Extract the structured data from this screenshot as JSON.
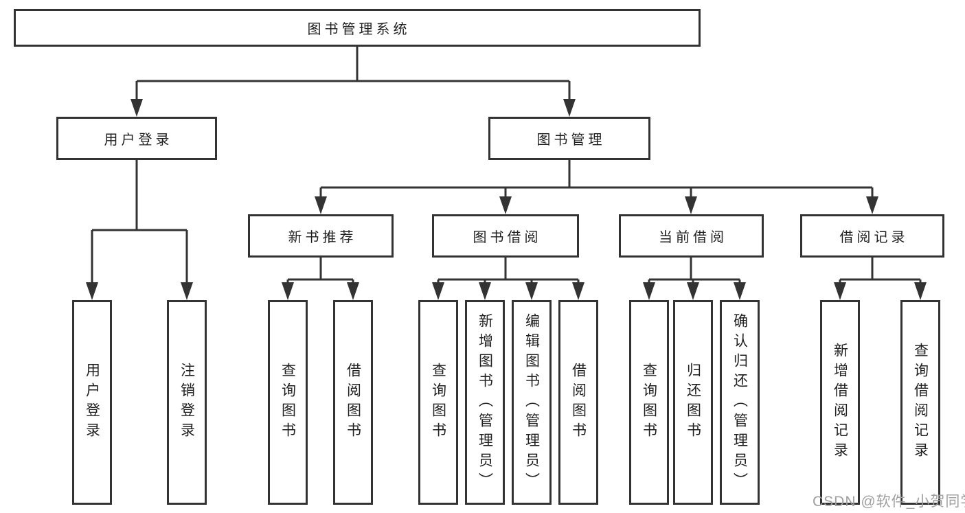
{
  "diagram": {
    "root": {
      "label": "图书管理系统"
    },
    "level2": [
      {
        "id": "user-login",
        "label": "用户登录"
      },
      {
        "id": "book-management",
        "label": "图书管理"
      }
    ],
    "level3": [
      {
        "id": "new-book-recommend",
        "label": "新书推荐"
      },
      {
        "id": "book-borrow",
        "label": "图书借阅"
      },
      {
        "id": "current-borrow",
        "label": "当前借阅"
      },
      {
        "id": "borrow-records",
        "label": "借阅记录"
      }
    ],
    "level4": {
      "user_login": [
        "用户登录",
        "注销登录"
      ],
      "new_book_recommend": [
        "查询图书",
        "借阅图书"
      ],
      "book_borrow": [
        "查询图书",
        "新增图书（管理员）",
        "编辑图书（管理员）",
        "借阅图书"
      ],
      "current_borrow": [
        "查询图书",
        "归还图书",
        "确认归还（管理员）"
      ],
      "borrow_records": [
        "新增借阅记录",
        "查询借阅记录"
      ]
    }
  },
  "watermark": {
    "text": "CSDN @软件_小贺同学"
  },
  "colors": {
    "line": "#333333",
    "box_border": "#333333",
    "text": "#1f1f1f",
    "watermark": "#9f9f9f",
    "background": "#ffffff"
  }
}
